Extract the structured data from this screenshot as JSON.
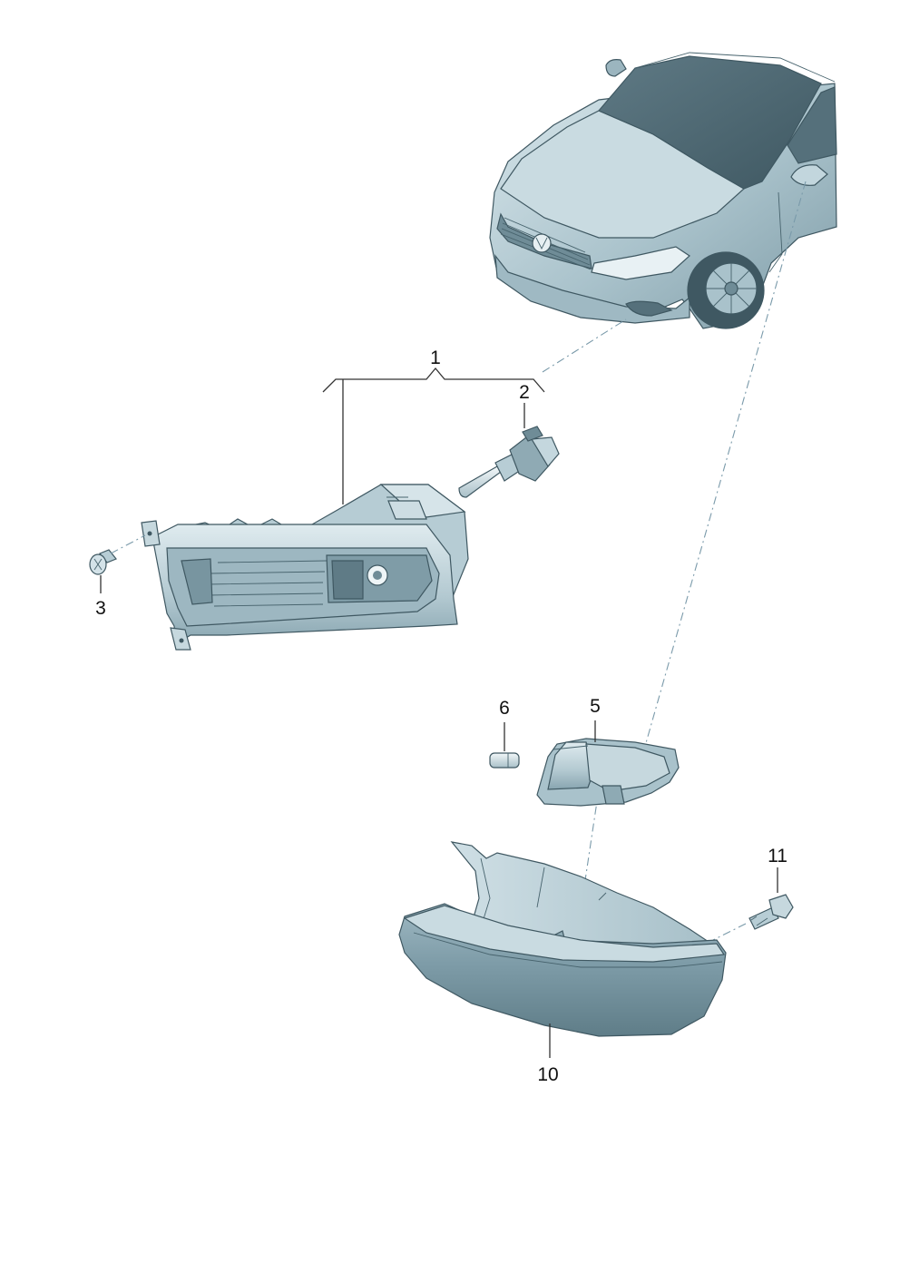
{
  "diagram": {
    "callouts": [
      {
        "id": "1",
        "label": "1"
      },
      {
        "id": "2",
        "label": "2"
      },
      {
        "id": "3",
        "label": "3"
      },
      {
        "id": "5",
        "label": "5"
      },
      {
        "id": "6",
        "label": "6"
      },
      {
        "id": "10",
        "label": "10"
      },
      {
        "id": "11",
        "label": "11"
      }
    ],
    "colors": {
      "part_fill": "#b7cdd5",
      "part_dark": "#7b97a2",
      "part_light": "#dfebef",
      "outline": "#3f5862",
      "leader": "#333333"
    }
  }
}
